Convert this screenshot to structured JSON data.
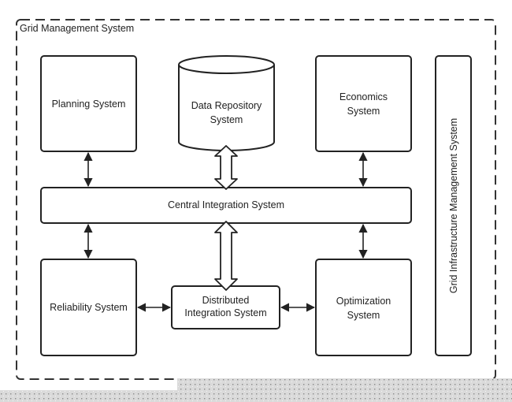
{
  "diagram": {
    "container_label": "Grid Management System",
    "nodes": {
      "planning": "Planning System",
      "data_repository": [
        "Data Repository",
        "System"
      ],
      "economics": [
        "Economics",
        "System"
      ],
      "grid_infrastructure": "Grid Infrastructure Management System",
      "central_integration": "Central Integration System",
      "reliability": "Reliability System",
      "distributed_integration": [
        "Distributed",
        "Integration System"
      ],
      "optimization": [
        "Optimization",
        "System"
      ]
    },
    "edges": [
      {
        "from": "Planning System",
        "to": "Central Integration System",
        "style": "bidirectional"
      },
      {
        "from": "Data Repository System",
        "to": "Central Integration System",
        "style": "bidirectional-hollow"
      },
      {
        "from": "Economics System",
        "to": "Central Integration System",
        "style": "bidirectional"
      },
      {
        "from": "Central Integration System",
        "to": "Reliability System",
        "style": "bidirectional"
      },
      {
        "from": "Central Integration System",
        "to": "Distributed Integration System",
        "style": "bidirectional-hollow"
      },
      {
        "from": "Central Integration System",
        "to": "Optimization System",
        "style": "bidirectional"
      },
      {
        "from": "Reliability System",
        "to": "Distributed Integration System",
        "style": "bidirectional"
      },
      {
        "from": "Distributed Integration System",
        "to": "Optimization System",
        "style": "bidirectional"
      }
    ]
  },
  "colors": {
    "stroke": "#222222",
    "background": "#ffffff",
    "pattern": "#d6d6d6"
  }
}
